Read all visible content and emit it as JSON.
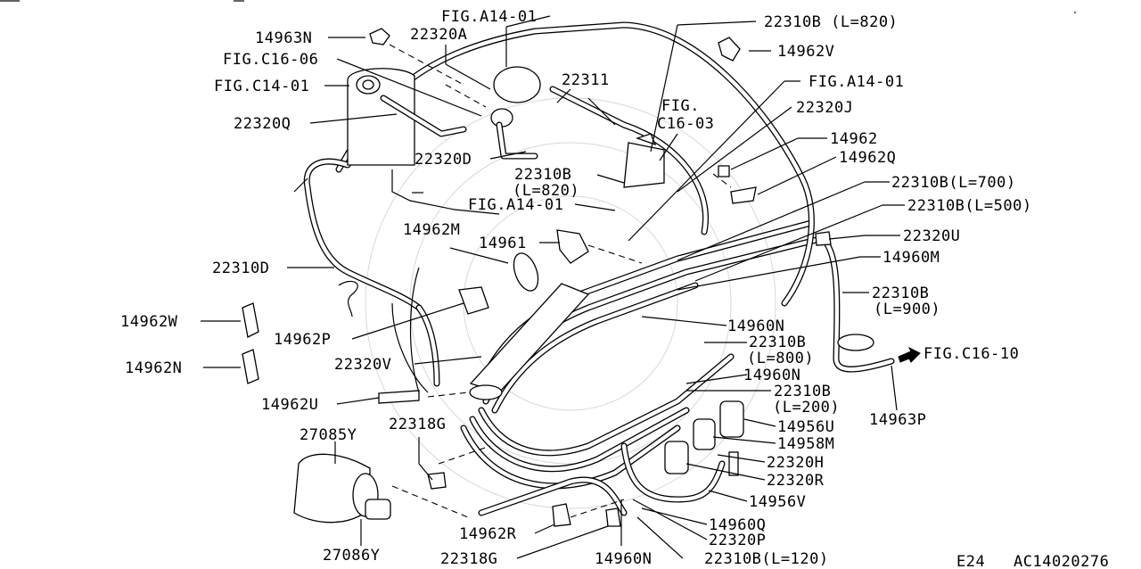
{
  "labels": {
    "p14963N": "14963N",
    "p22320A": "22320A",
    "figA14_01_top": "FIG.A14-01",
    "p22310B_820_top": "22310B (L=820)",
    "figC16_06": "FIG.C16-06",
    "p14962V": "14962V",
    "figC14_01": "FIG.C14-01",
    "p22311": "22311",
    "figA14_01_right": "FIG.A14-01",
    "p22320Q": "22320Q",
    "figC16_03_a": "FIG.",
    "figC16_03_b": "C16-03",
    "p22320J": "22320J",
    "p14962": "14962",
    "p22320D": "22320D",
    "p14962Q": "14962Q",
    "p22310B_mid": "22310B",
    "p22310B_mid_len": "(L=820)",
    "p22310B_700": "22310B(L=700)",
    "figA14_01_mid": "FIG.A14-01",
    "p22310B_500": "22310B(L=500)",
    "p14962M": "14962M",
    "p14961": "14961",
    "p22320U": "22320U",
    "p14960M": "14960M",
    "p22310D": "22310D",
    "p22310B_900": "22310B",
    "p22310B_900_len": "(L=900)",
    "p14962W": "14962W",
    "p14960N_a": "14960N",
    "p14962P": "14962P",
    "p22310B_800": "22310B",
    "p22310B_800_len": "(L=800)",
    "figC16_10": "FIG.C16-10",
    "p14962N": "14962N",
    "p22320V": "22320V",
    "p14960N_b": "14960N",
    "p22310B_200": "22310B",
    "p22310B_200_len": "(L=200)",
    "p14962U": "14962U",
    "p14963P": "14963P",
    "p14956U": "14956U",
    "p27085Y": "27085Y",
    "p22318G_a": "22318G",
    "p14958M": "14958M",
    "p22320H": "22320H",
    "p22320R": "22320R",
    "p14956V": "14956V",
    "p14960Q": "14960Q",
    "p27086Y": "27086Y",
    "p14962R": "14962R",
    "p22320P": "22320P",
    "p22318G_b": "22318G",
    "p14960N_c": "14960N",
    "p22310B_120": "22310B(L=120)",
    "footer_code": "E24",
    "footer_ref": "AC14020276"
  }
}
